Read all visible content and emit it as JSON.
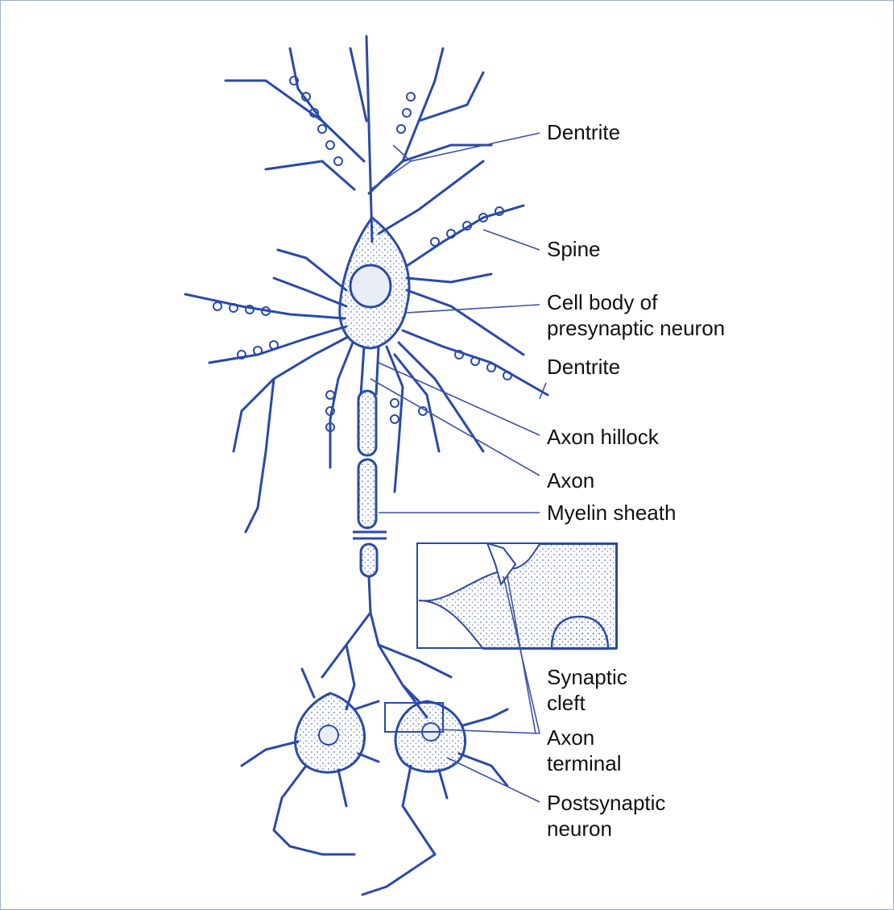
{
  "colors": {
    "ink": "#2a4aa8",
    "fill": "#e8edf8",
    "leader": "#3a52a6",
    "text": "#111111"
  },
  "labels": {
    "dentrite_top": "Dentrite",
    "spine": "Spine",
    "cell_body_1": "Cell body of",
    "cell_body_2": "presynaptic neuron",
    "dentrite_mid": "Dentrite",
    "axon_hillock": "Axon hillock",
    "axon": "Axon",
    "myelin_sheath": "Myelin sheath",
    "synaptic_cleft_1": "Synaptic",
    "synaptic_cleft_2": "cleft",
    "axon_terminal_1": "Axon",
    "axon_terminal_2": "terminal",
    "postsynaptic_1": "Postsynaptic",
    "postsynaptic_2": "neuron"
  }
}
